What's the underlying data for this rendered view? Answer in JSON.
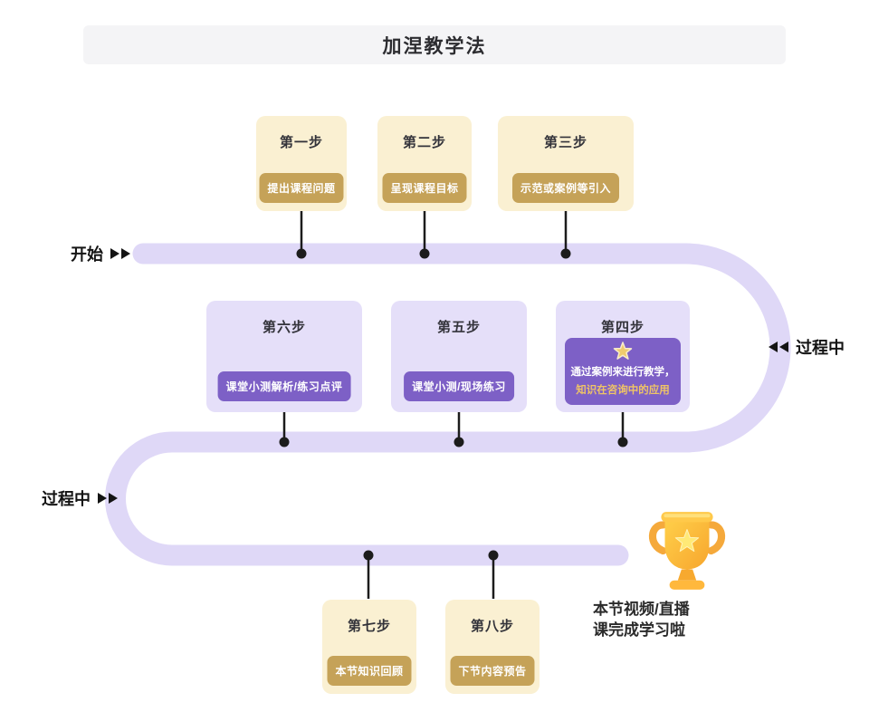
{
  "title": "加涅教学法",
  "labels": {
    "start": "开始",
    "process_right": "过程中",
    "process_left": "过程中"
  },
  "steps": [
    {
      "title": "第一步",
      "badge": "提出课程问题"
    },
    {
      "title": "第二步",
      "badge": "呈现课程目标"
    },
    {
      "title": "第三步",
      "badge": "示范或案例等引入"
    },
    {
      "title": "第四步",
      "badge_line1": "通过案例来进行教学，",
      "badge_line2": "知识在咨询中的应用",
      "icon": "star-icon"
    },
    {
      "title": "第五步",
      "badge": "课堂小测/现场练习"
    },
    {
      "title": "第六步",
      "badge": "课堂小测解析/练习点评"
    },
    {
      "title": "第七步",
      "badge": "本节知识回顾"
    },
    {
      "title": "第八步",
      "badge": "下节内容预告"
    }
  ],
  "finish": {
    "line1": "本节视频/直播",
    "line2": "课完成学习啦",
    "icon": "trophy-icon"
  },
  "icons": {
    "start_arrows": "double-arrow-right-icon",
    "process_right_arrows": "double-arrow-left-icon",
    "process_left_arrows": "double-arrow-right-icon"
  },
  "colors": {
    "path": "#dfd8f7",
    "cream_box": "#faf0d2",
    "gold_badge": "#c5a258",
    "lavender_box": "#e5dff9",
    "purple_badge": "#7d60c6",
    "badge_gold_text": "#efc466",
    "dot": "#1c1c1c",
    "title_bar_bg": "#f4f4f6",
    "trophy_gold": "#f7a62e"
  }
}
